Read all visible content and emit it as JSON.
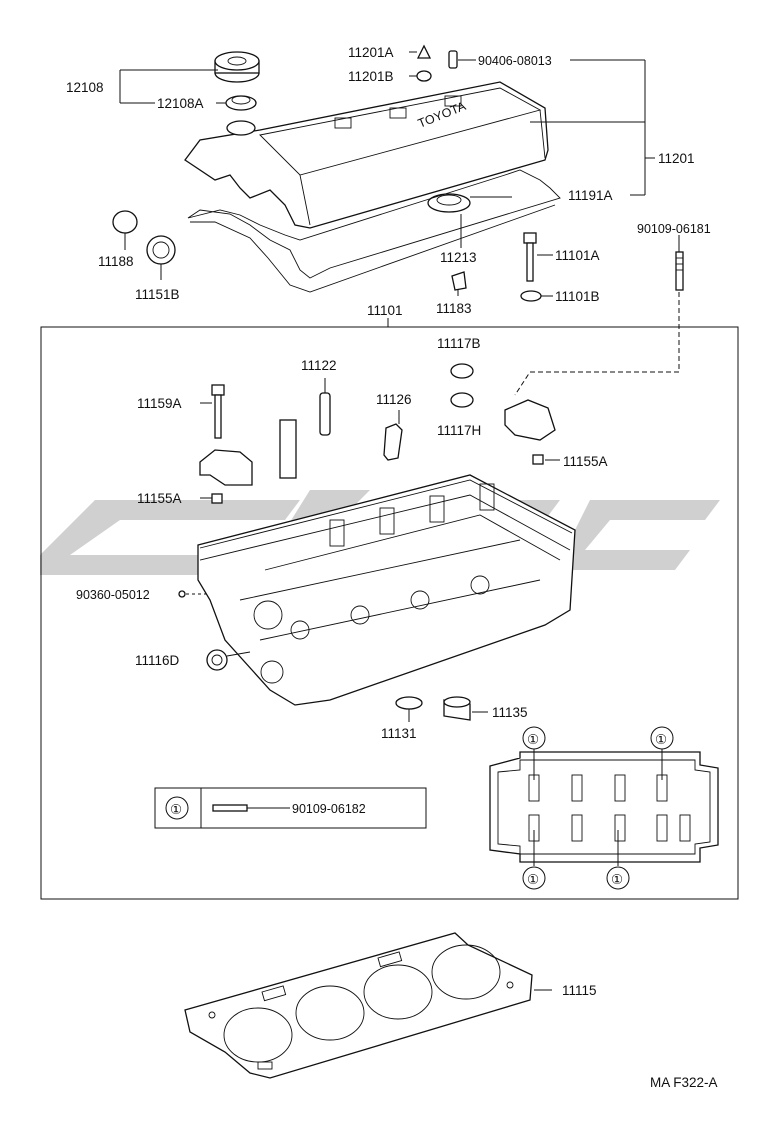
{
  "diagram": {
    "watermark_text": "",
    "labels": {
      "p12108": "12108",
      "p12108A": "12108A",
      "p11201A": "11201A",
      "p11201B": "11201B",
      "p90406": "90406-08013",
      "p11201": "11201",
      "p11191A": "11191A",
      "p11188": "11188",
      "p11151B": "11151B",
      "p11213": "11213",
      "p11183": "11183",
      "p11101A": "11101A",
      "p11101B": "11101B",
      "p90109_06181": "90109-06181",
      "p11101": "11101",
      "p11117B": "11117B",
      "p11117H": "11117H",
      "p11122": "11122",
      "p11126": "11126",
      "p11159A": "11159A",
      "p11155A_right": "11155A",
      "p11155A_left": "11155A",
      "p90360": "90360-05012",
      "p11116D": "11116D",
      "p11131": "11131",
      "p11135": "11135",
      "p11115": "11115",
      "legend_bolt": "90109-06182",
      "legend_symbol": "①",
      "callout_1": "①",
      "callout_2": "①",
      "callout_3": "①",
      "callout_4": "①",
      "diagram_code": "MA F322-A"
    }
  }
}
